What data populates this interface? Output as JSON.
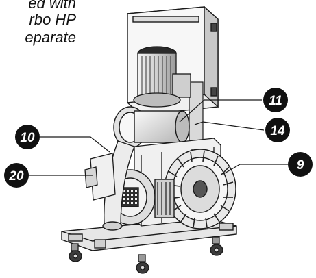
{
  "caption": {
    "line1": "ed with",
    "line2": "rbo HP",
    "line3": "eparate"
  },
  "callouts": [
    {
      "id": "c11",
      "label": "11"
    },
    {
      "id": "c14",
      "label": "14"
    },
    {
      "id": "c10",
      "label": "10"
    },
    {
      "id": "c20",
      "label": "20"
    },
    {
      "id": "c9",
      "label": "9"
    }
  ],
  "colors": {
    "callout_fill": "#111111",
    "line": "#1a1a1a",
    "metal_light": "#e8e8e8",
    "metal_mid": "#bdbdbd",
    "metal_dark": "#4a4a4a"
  }
}
